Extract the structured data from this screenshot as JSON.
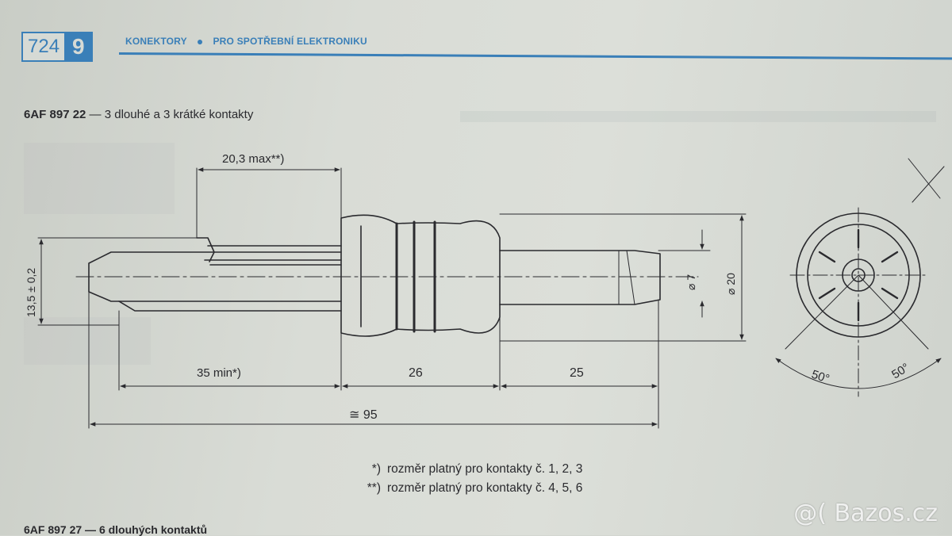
{
  "header": {
    "page_number": "724",
    "chapter_number": "9",
    "section": "KONEKTORY",
    "separator": "●",
    "subsection": "PRO SPOTŘEBNÍ ELEKTRONIKU",
    "accent_color": "#3a7fb8"
  },
  "subtitle": {
    "code": "6AF 897 22",
    "description": " — 3 dlouhé a 3 krátké kontakty"
  },
  "drawing": {
    "dim_max_length": "20,3 max**)",
    "dim_height": "13,5 ± 0,2",
    "dim_min_length": "35 min*)",
    "dim_middle": "26",
    "dim_end": "25",
    "dim_total": "≅ 95",
    "dim_inner_diameter": "⌀ 7",
    "dim_outer_diameter": "⌀ 20",
    "angle_left": "50°",
    "angle_right": "50°"
  },
  "footnotes": [
    {
      "mark": "*)",
      "text": "rozměr platný pro kontakty č. 1, 2, 3"
    },
    {
      "mark": "**)",
      "text": "rozměr platný pro kontakty č. 4, 5, 6"
    }
  ],
  "next_item": "6AF 897 27 — 6 dlouhých kontaktů",
  "watermark": "@( Bazos.cz"
}
